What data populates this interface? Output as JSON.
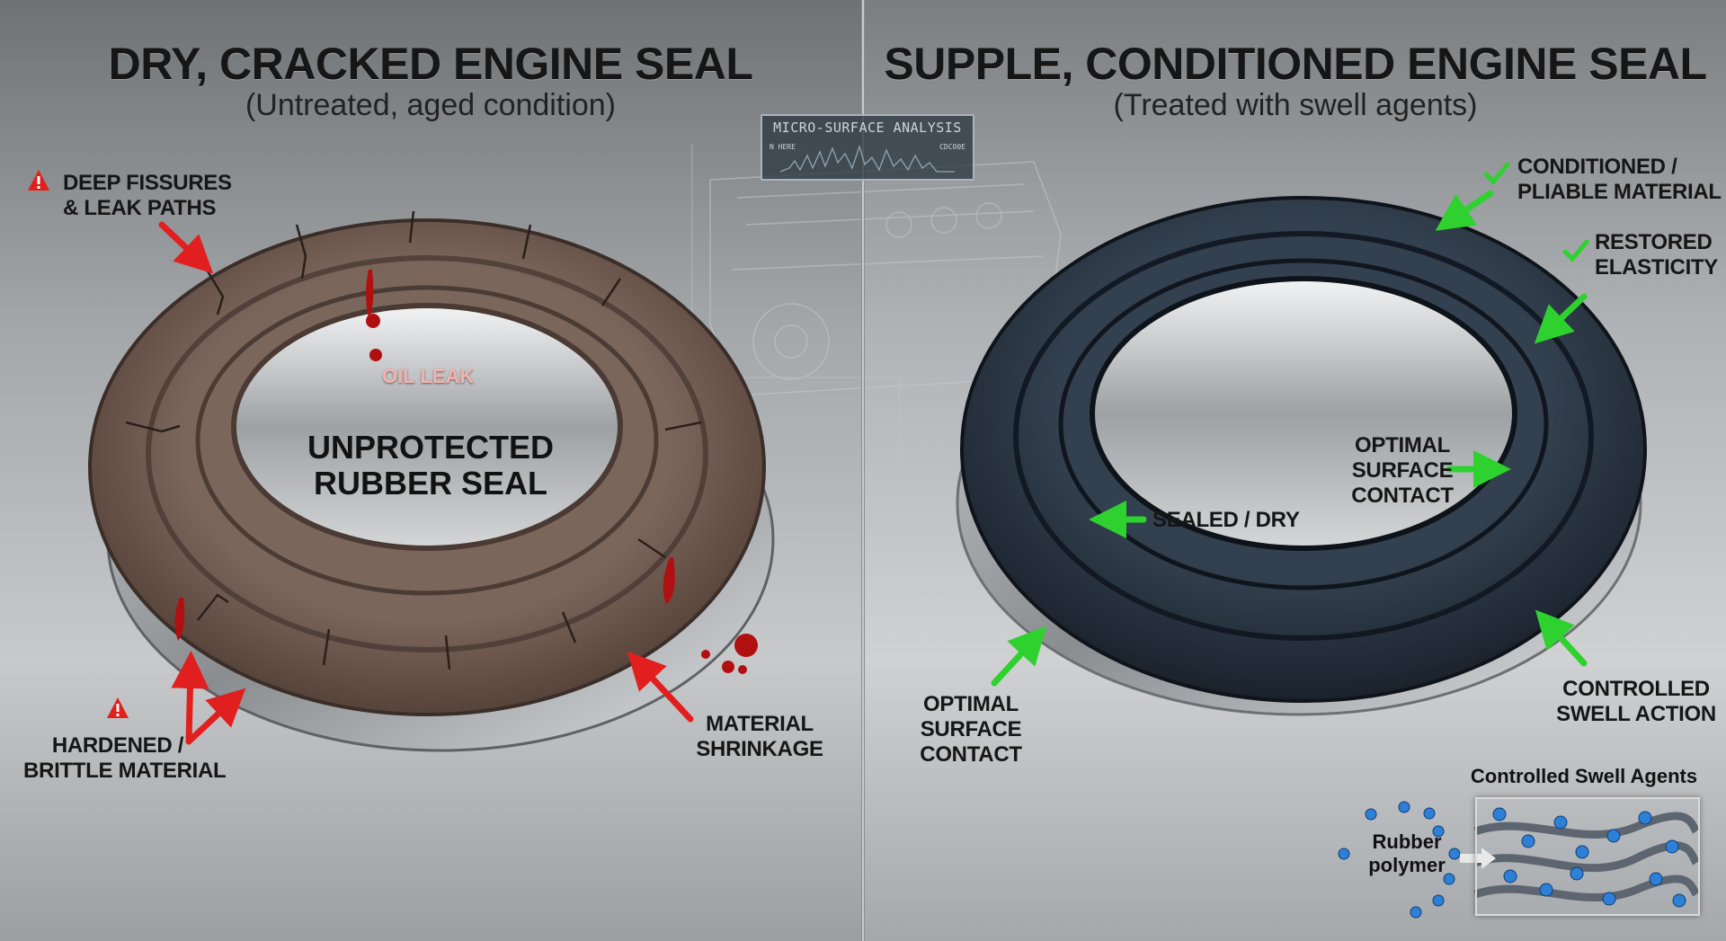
{
  "left": {
    "title": "DRY, CRACKED ENGINE SEAL",
    "subtitle": "(Untreated, aged condition)",
    "center_label_line1": "UNPROTECTED",
    "center_label_line2": "RUBBER SEAL",
    "oil_leak": "OIL LEAK",
    "callouts": {
      "fissures_line1": "DEEP FISSURES",
      "fissures_line2": "& LEAK PATHS",
      "hardened_line1": "HARDENED /",
      "hardened_line2": "BRITTLE MATERIAL",
      "shrinkage_line1": "MATERIAL",
      "shrinkage_line2": "SHRINKAGE"
    }
  },
  "right": {
    "title": "SUPPLE, CONDITIONED ENGINE SEAL",
    "subtitle": "(Treated with swell agents)",
    "callouts": {
      "conditioned_line1": "CONDITIONED /",
      "conditioned_line2": "PLIABLE MATERIAL",
      "restored_line1": "RESTORED",
      "restored_line2": "ELASTICITY",
      "optimal_inner_line1": "OPTIMAL",
      "optimal_inner_line2": "SURFACE",
      "optimal_inner_line3": "CONTACT",
      "sealed": "SEALED / DRY",
      "optimal_outer_line1": "OPTIMAL",
      "optimal_outer_line2": "SURFACE",
      "optimal_outer_line3": "CONTACT",
      "swell_line1": "CONTROLLED",
      "swell_line2": "SWELL ACTION"
    },
    "inset": {
      "title": "Controlled Swell Agents",
      "polymer_line1": "Rubber",
      "polymer_line2": "polymer"
    }
  },
  "center": {
    "analysis_title": "MICRO-SURFACE ANALYSIS",
    "analysis_left": "N HERE",
    "analysis_right": "CDC00E"
  },
  "colors": {
    "bad_arrow": "#e21f1f",
    "good_arrow": "#2ed12e",
    "warning": "#e0201b",
    "seal_cracked": "#6e5a50",
    "seal_conditioned": "#253040",
    "oil": "#b01010"
  }
}
